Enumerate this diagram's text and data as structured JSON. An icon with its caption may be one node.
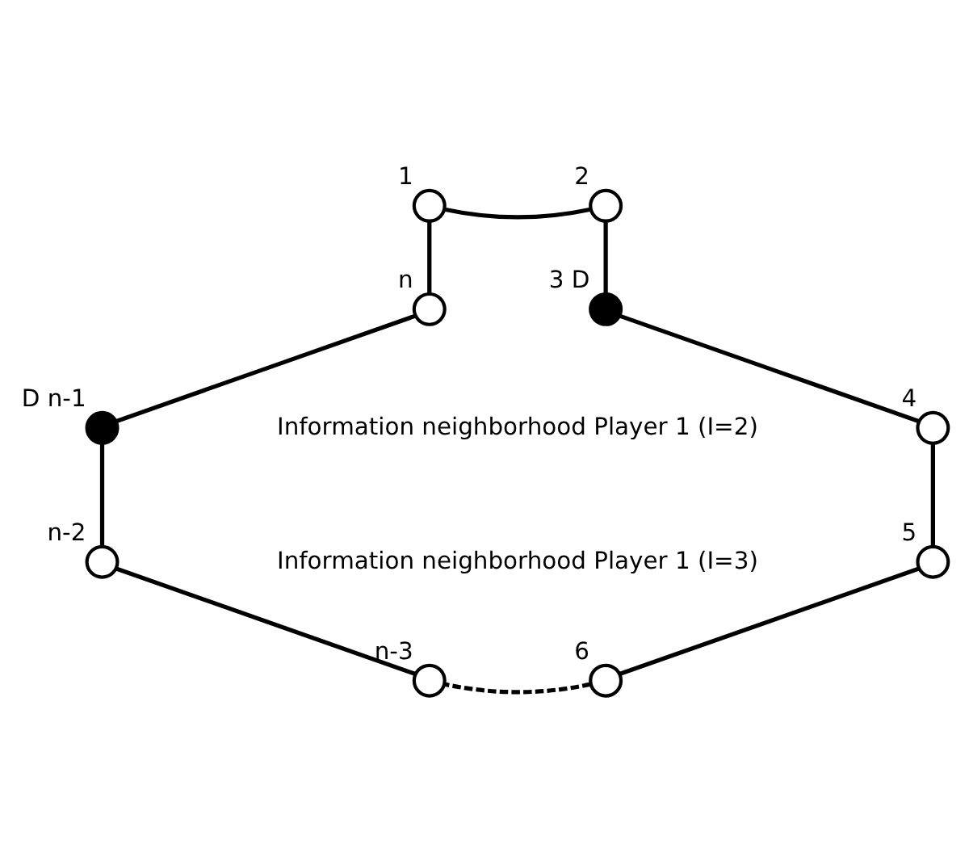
{
  "diagram": {
    "nodes": [
      {
        "text": [],
        "shape": "circle",
        "beside": [
          "1"
        ]
      },
      {
        "text": [],
        "shape": "circle",
        "beside": [
          "2"
        ]
      },
      {
        "text": [],
        "shape": "circle",
        "beside": [
          "3",
          "D"
        ]
      },
      {
        "text": [],
        "shape": "circle",
        "beside": [
          "4"
        ]
      },
      {
        "text": [],
        "shape": "circle",
        "beside": [
          "5"
        ]
      },
      {
        "text": [],
        "shape": "circle",
        "beside": [
          "6"
        ]
      },
      {
        "text": [],
        "shape": "circle",
        "beside": [
          "n-3"
        ]
      },
      {
        "text": [],
        "shape": "circle",
        "beside": [
          "n-2"
        ]
      },
      {
        "text": [],
        "shape": "circle",
        "beside": [
          "D",
          "n-1"
        ]
      },
      {
        "text": [],
        "shape": "circle",
        "beside": [
          "n"
        ]
      }
    ],
    "edges": [
      {
        "from": 0,
        "to": 1,
        "arrow": "none"
      },
      {
        "from": 1,
        "to": 2,
        "arrow": "none"
      },
      {
        "from": 2,
        "to": 3,
        "arrow": "none"
      },
      {
        "from": 3,
        "to": 4,
        "arrow": "none"
      },
      {
        "from": 4,
        "to": 5,
        "arrow": "none"
      },
      {
        "from": 5,
        "to": 6,
        "arrow": "none",
        "style": "dashed"
      },
      {
        "from": 6,
        "to": 7,
        "arrow": "none"
      },
      {
        "from": 7,
        "to": 8,
        "arrow": "none"
      },
      {
        "from": 8,
        "to": 9,
        "arrow": "none"
      },
      {
        "from": 9,
        "to": 0,
        "arrow": "none"
      }
    ],
    "labels": [
      "Information neighborhood Player 1 (I=2)",
      "Information neighborhood Player 1 (I=3)"
    ]
  }
}
